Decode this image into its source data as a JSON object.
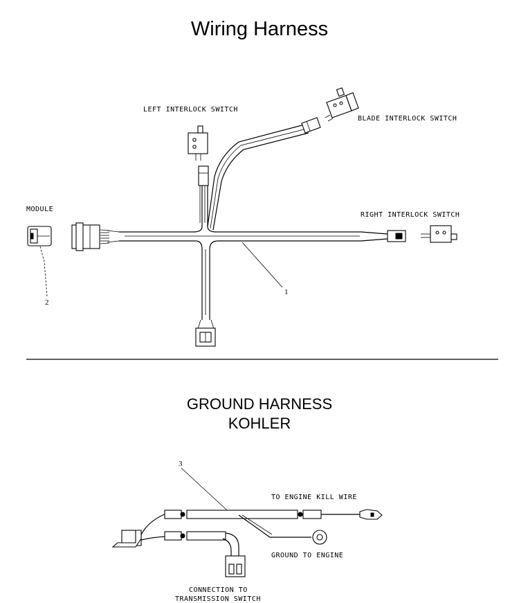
{
  "title": "Wiring Harness",
  "labels": {
    "left_interlock": "LEFT INTERLOCK SWITCH",
    "blade_interlock": "BLADE INTERLOCK SWITCH",
    "right_interlock": "RIGHT INTERLOCK SWITCH",
    "module": "MODULE",
    "callout_1": "1",
    "callout_2": "2"
  },
  "ground": {
    "title_line1": "GROUND HARNESS",
    "title_line2": "KOHLER",
    "callout_3": "3",
    "engine_kill": "TO ENGINE KILL WIRE",
    "ground_engine": "GROUND TO ENGINE",
    "connection_line1": "CONNECTION TO",
    "connection_line2": "TRANSMISSION SWITCH"
  }
}
